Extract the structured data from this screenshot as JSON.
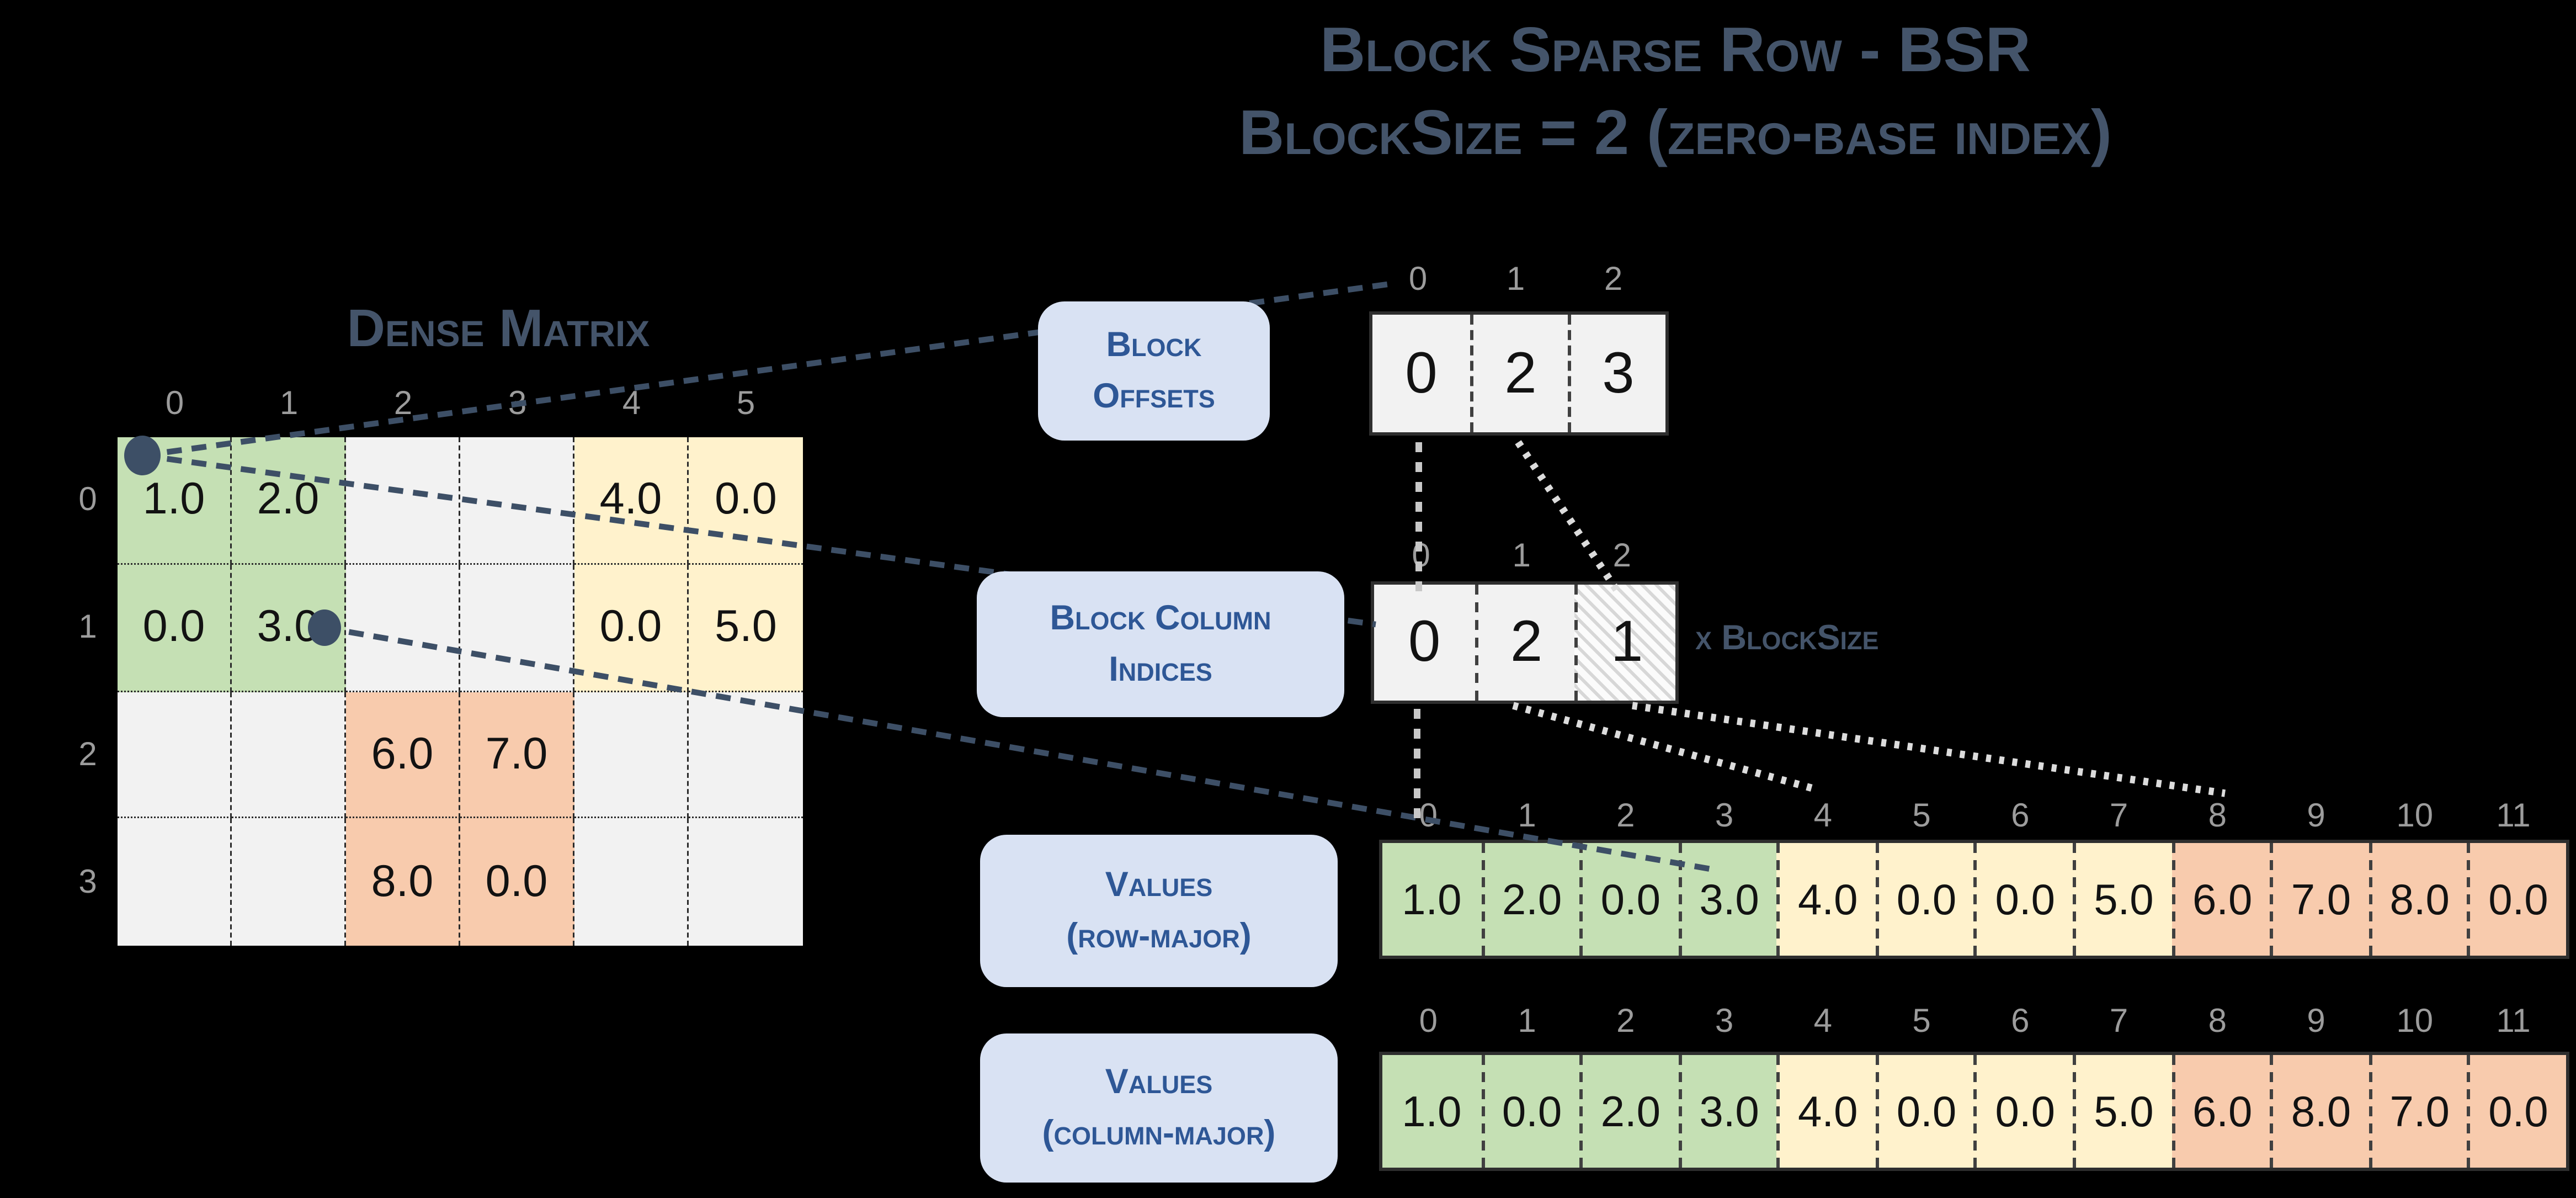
{
  "title": {
    "line1": "Block Sparse Row - BSR",
    "line2": "BlockSize = 2 (zero-base index)"
  },
  "dense_matrix": {
    "title": "Dense Matrix",
    "col_headers": [
      "0",
      "1",
      "2",
      "3",
      "4",
      "5"
    ],
    "row_headers": [
      "0",
      "1",
      "2",
      "3"
    ],
    "rows": [
      [
        "1.0",
        "2.0",
        "",
        "",
        "4.0",
        "0.0"
      ],
      [
        "0.0",
        "3.0",
        "",
        "",
        "0.0",
        "5.0"
      ],
      [
        "",
        "",
        "6.0",
        "7.0",
        "",
        ""
      ],
      [
        "",
        "",
        "8.0",
        "0.0",
        "",
        ""
      ]
    ],
    "block_map": [
      [
        "green",
        "green",
        "empty",
        "empty",
        "yellow",
        "yellow"
      ],
      [
        "green",
        "green",
        "empty",
        "empty",
        "yellow",
        "yellow"
      ],
      [
        "empty",
        "empty",
        "orange",
        "orange",
        "empty",
        "empty"
      ],
      [
        "empty",
        "empty",
        "orange",
        "orange",
        "empty",
        "empty"
      ]
    ]
  },
  "block_offsets": {
    "label_line1": "Block",
    "label_line2": "Offsets",
    "indices": [
      "0",
      "1",
      "2"
    ],
    "values": [
      "0",
      "2",
      "3"
    ]
  },
  "block_column_indices": {
    "label_line1": "Block Column",
    "label_line2": "Indices",
    "indices": [
      "0",
      "1",
      "2"
    ],
    "values": [
      "0",
      "2",
      "1"
    ],
    "cell_styles": [
      "plain",
      "plain",
      "hatched"
    ],
    "note": "x BlockSize"
  },
  "values_row_major": {
    "label_line1": "Values",
    "label_line2": "(row-major)",
    "indices": [
      "0",
      "1",
      "2",
      "3",
      "4",
      "5",
      "6",
      "7",
      "8",
      "9",
      "10",
      "11"
    ],
    "values": [
      "1.0",
      "2.0",
      "0.0",
      "3.0",
      "4.0",
      "0.0",
      "0.0",
      "5.0",
      "6.0",
      "7.0",
      "8.0",
      "0.0"
    ],
    "cell_colors": [
      "green",
      "green",
      "green",
      "green",
      "yellow",
      "yellow",
      "yellow",
      "yellow",
      "orange",
      "orange",
      "orange",
      "orange"
    ]
  },
  "values_column_major": {
    "label_line1": "Values",
    "label_line2": "(column-major)",
    "indices": [
      "0",
      "1",
      "2",
      "3",
      "4",
      "5",
      "6",
      "7",
      "8",
      "9",
      "10",
      "11"
    ],
    "values": [
      "1.0",
      "0.0",
      "2.0",
      "3.0",
      "4.0",
      "0.0",
      "0.0",
      "5.0",
      "6.0",
      "8.0",
      "7.0",
      "0.0"
    ],
    "cell_colors": [
      "green",
      "green",
      "green",
      "green",
      "yellow",
      "yellow",
      "yellow",
      "yellow",
      "orange",
      "orange",
      "orange",
      "orange"
    ]
  },
  "colors": {
    "background": "#000000",
    "title_text": "#44546A",
    "label_box_bg": "#D9E2F3",
    "label_box_text": "#2E5796",
    "block_green": "#C5E0B4",
    "block_yellow": "#FFF2CC",
    "block_orange": "#F8CBAD",
    "cell_gray": "#F2F2F2",
    "index_label": "#9C9C9C",
    "connector_dark": "#3D4F66",
    "connector_light": "#DCDCDC",
    "connector_gray": "#C8C8C8"
  }
}
